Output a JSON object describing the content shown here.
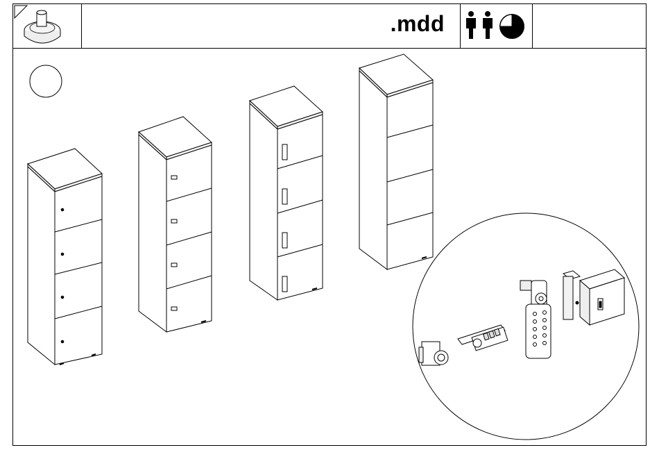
{
  "header": {
    "brand": ".mdd",
    "thumbnail_icon": "glide-foot-icon",
    "people_icon": "two-persons-icon",
    "time_icon": "clock-quarter-icon"
  },
  "main": {
    "step_badge": "",
    "cabinets": [
      {
        "name": "locker-4-doors-key-lock",
        "doors": 4,
        "lock": "key"
      },
      {
        "name": "locker-4-doors-cam-lock",
        "doors": 4,
        "lock": "cam"
      },
      {
        "name": "locker-4-doors-code-lock",
        "doors": 4,
        "lock": "code"
      },
      {
        "name": "locker-4-doors-no-lock",
        "doors": 4,
        "lock": "none"
      }
    ],
    "detail_items": [
      "rim-lock-icon",
      "combination-cam-lock-icon",
      "electronic-keypad-lock-icon",
      "box-lock-icon"
    ]
  }
}
